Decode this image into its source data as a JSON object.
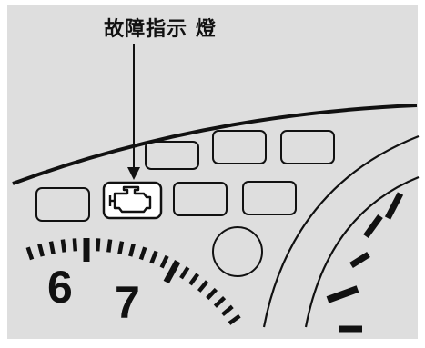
{
  "diagram": {
    "callout_label": "故障指示 燈",
    "gauge_numbers": [
      "6",
      "7"
    ],
    "highlighted_icon": "check-engine-icon"
  },
  "colors": {
    "panel_background": "#dedede",
    "frame_background": "#ffffff",
    "line": "#111111"
  }
}
